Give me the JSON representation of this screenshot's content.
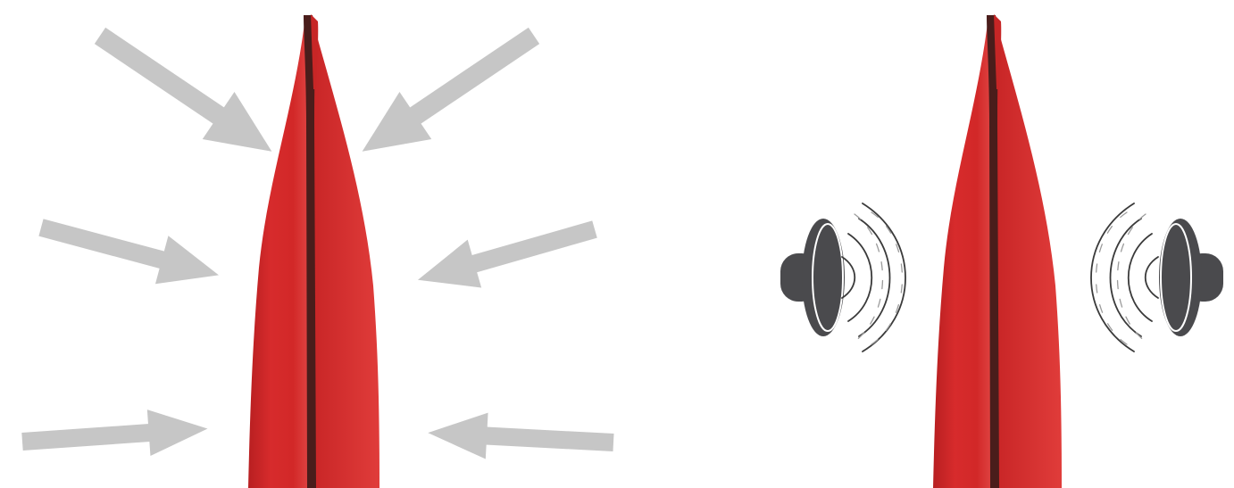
{
  "colors": {
    "background": "#ffffff",
    "panel_fill": "#d72b2c",
    "panel_shade": "#b81f21",
    "panel_highlight": "#e24a48",
    "panel_edge": "#4a1d1b",
    "arrow": "#c6c6c6",
    "speaker": "#4a4a4d",
    "sound_wave": "#3a3a3a",
    "sound_wave_faint": "#9b9b9b"
  },
  "left_panel": {
    "arrows_left_side": 3,
    "arrows_right_side": 3,
    "arrow_icon": "compression-arrow-icon"
  },
  "right_panel": {
    "speakers": [
      {
        "side": "left",
        "icon": "speaker-icon",
        "facing": "right"
      },
      {
        "side": "right",
        "icon": "speaker-icon",
        "facing": "left"
      }
    ],
    "wave_icon": "sound-wave-icon"
  }
}
